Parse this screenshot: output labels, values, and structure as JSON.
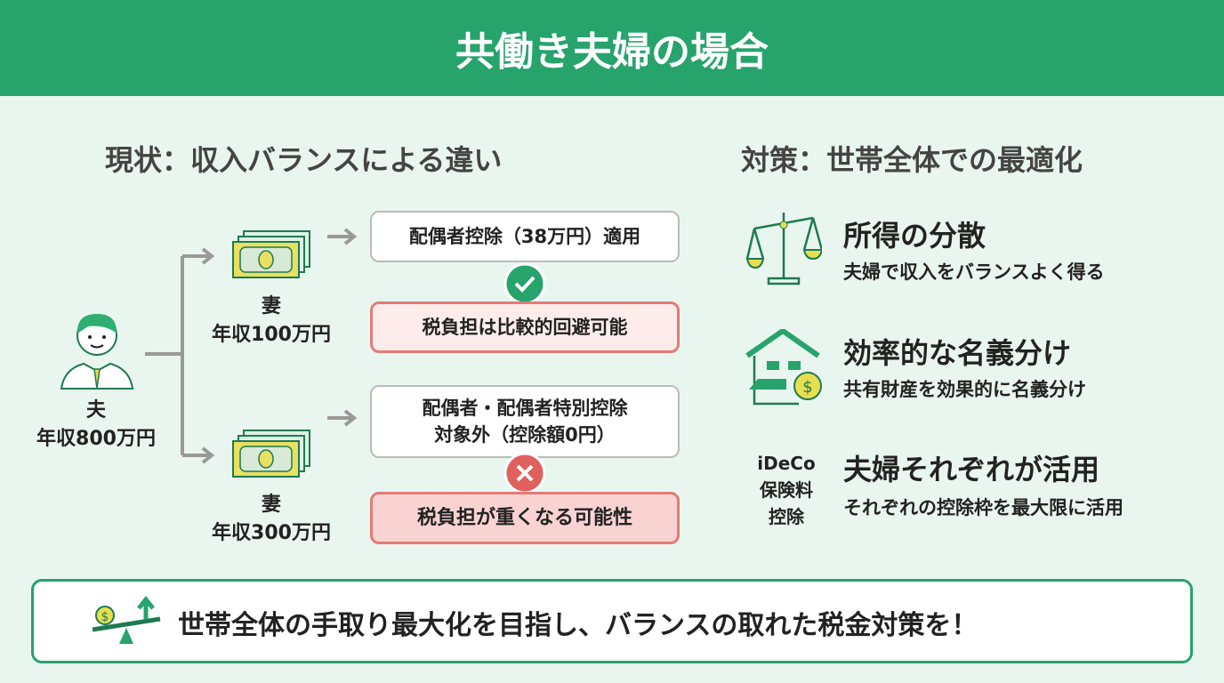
{
  "title": "共働き夫婦の場合",
  "left": {
    "heading": "現状：収入バランスによる違い",
    "husband": {
      "label": "夫",
      "income": "年収800万円"
    },
    "wife_a": {
      "label": "妻",
      "income": "年収100万円"
    },
    "wife_b": {
      "label": "妻",
      "income": "年収300万円"
    },
    "box_a": "配偶者控除（38万円）適用",
    "result_a": "税負担は比較的回避可能",
    "box_b_line1": "配偶者・配偶者特別控除",
    "box_b_line2": "対象外（控除額0円）",
    "result_b": "税負担が重くなる可能性"
  },
  "right": {
    "heading": "対策：世帯全体での最適化",
    "items": [
      {
        "title": "所得の分散",
        "sub": "夫婦で収入をバランスよく得る",
        "icon": "scale-icon"
      },
      {
        "title": "効率的な名義分け",
        "sub": "共有財産を効果的に名義分け",
        "icon": "house-dollar-icon"
      },
      {
        "title": "夫婦それぞれが活用",
        "sub": "それぞれの控除枠を最大限に活用",
        "icon_text1": "iDeCo",
        "icon_text2": "保険料",
        "icon_text3": "控除"
      }
    ]
  },
  "footer": "世帯全体の手取り最大化を目指し、バランスの取れた税金対策を！",
  "colors": {
    "green": "#27a36c",
    "red": "#e27b78",
    "bg": "#e9f6ef"
  }
}
